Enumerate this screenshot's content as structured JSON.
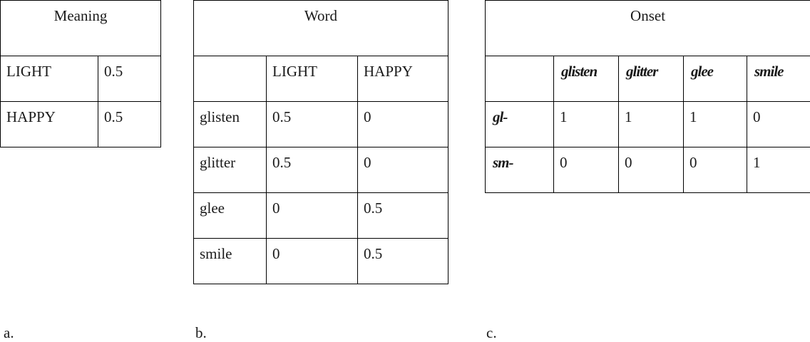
{
  "table_a": {
    "header": "Meaning",
    "rows": [
      [
        "LIGHT",
        "0.5"
      ],
      [
        "HAPPY",
        "0.5"
      ]
    ]
  },
  "table_b": {
    "header": "Word",
    "columns": [
      "",
      "LIGHT",
      "HAPPY"
    ],
    "rows": [
      [
        "glisten",
        "0.5",
        "0"
      ],
      [
        "glitter",
        "0.5",
        "0"
      ],
      [
        "glee",
        "0",
        "0.5"
      ],
      [
        "smile",
        "0",
        "0.5"
      ]
    ]
  },
  "table_c": {
    "header": "Onset",
    "columns": [
      "",
      "glisten",
      "glitter",
      "glee",
      "smile"
    ],
    "rows": [
      [
        "gl-",
        "1",
        "1",
        "1",
        "0"
      ],
      [
        "sm-",
        "0",
        "0",
        "0",
        "1"
      ]
    ]
  },
  "captions": {
    "a": "a.",
    "b": "b.",
    "c": "c."
  }
}
